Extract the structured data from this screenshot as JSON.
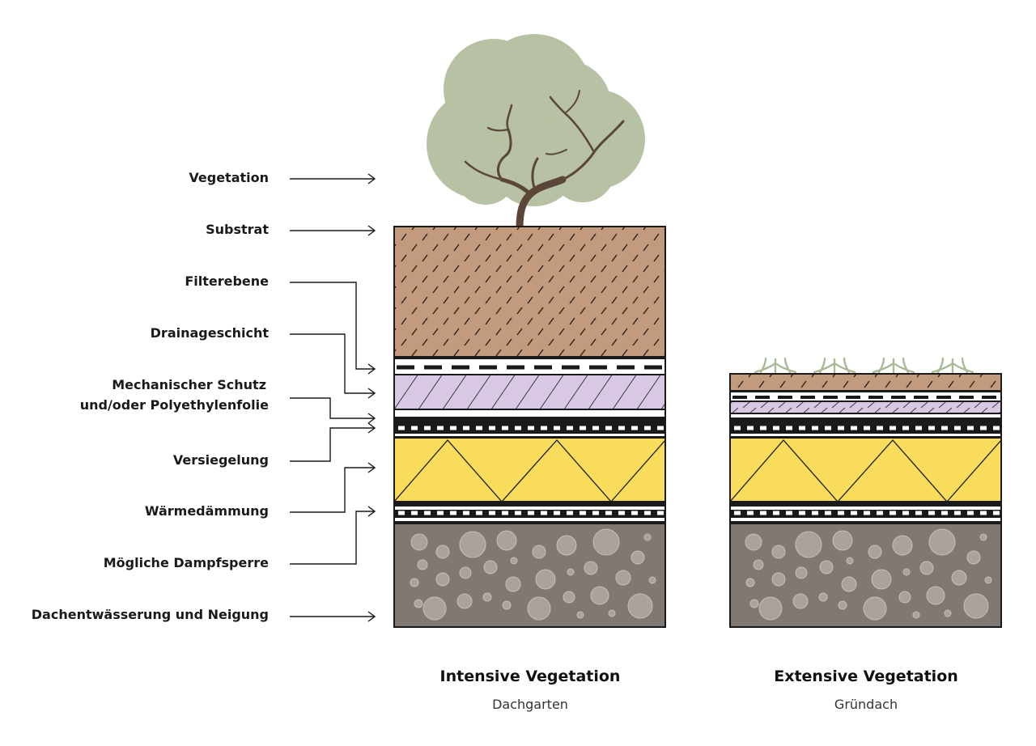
{
  "labels": {
    "vegetation": "Vegetation",
    "substrat": "Substrat",
    "filterebene": "Filterebene",
    "drainageschicht": "Drainageschicht",
    "schutz_line1": "Mechanischer Schutz",
    "schutz_line2": "und/oder Polyethylenfolie",
    "versiegelung": "Versiegelung",
    "waermedaemmung": "Wärmedämmung",
    "dampfsperre": "Mögliche Dampfsperre",
    "dachentwaesserung": "Dachentwässerung und Neigung"
  },
  "captions": {
    "intensive_title": "Intensive Vegetation",
    "intensive_subtitle": "Dachgarten",
    "extensive_title": "Extensive Vegetation",
    "extensive_subtitle": "Gründach"
  },
  "colors": {
    "tree_canopy": "#b7c1a3",
    "tree_trunk": "#5b4639",
    "substrate": "#c29a7e",
    "drainage": "#d9c8e4",
    "insulation": "#f9dc5c",
    "concrete": "#7f7873",
    "stones": "#aaa39d",
    "grass": "#b5c4a5",
    "outline": "#1a1a1a"
  }
}
